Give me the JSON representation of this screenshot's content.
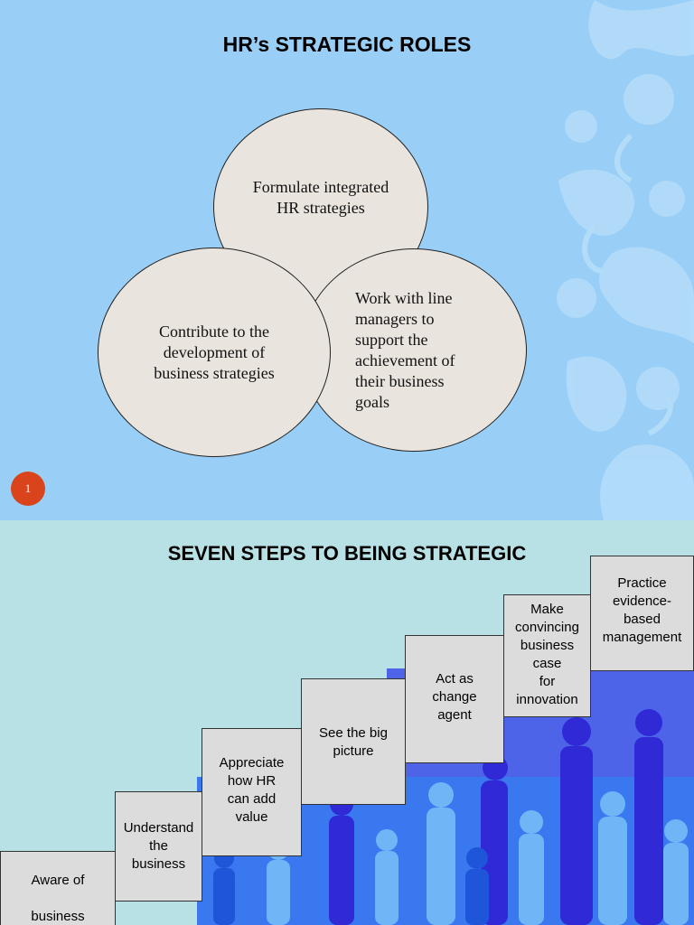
{
  "slide1": {
    "title": "HR’s STRATEGIC ROLES",
    "circles": {
      "top": "Formulate integrated\n  HR strategies",
      "right": "Work with line\n  managers to\n  support the\n  achievement of\n   their business\n     goals",
      "left": "Contribute to the\ndevelopment of\nbusiness strategies"
    },
    "page_number": "1",
    "colors": {
      "background": "#99cff7",
      "circle_fill": "#e9e4de",
      "badge": "#d9441c"
    }
  },
  "slide2": {
    "title": "SEVEN STEPS TO BEING STRATEGIC",
    "steps": [
      "Aware  of\n\nbusiness",
      "Understand\nthe\nbusiness",
      "Appreciate\nhow HR\ncan add\nvalue",
      "See the big\npicture",
      "Act as\nchange\nagent",
      "Make\nconvincing\nbusiness\ncase\nfor\ninnovation",
      "Practice\nevidence-\nbased\nmanagement"
    ],
    "colors": {
      "background": "#b8e1e5",
      "step_fill": "#dcdcdc",
      "people_dark": "#3a32e0",
      "people_light": "#5aa8f0"
    }
  }
}
